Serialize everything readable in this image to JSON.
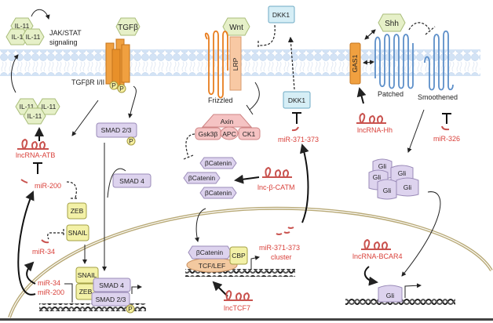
{
  "membrane": {
    "color": "#cfe0f3"
  },
  "nucleus": {
    "envelope_color": "#b8a976"
  },
  "tgf_beta": {
    "il11_top": [
      "IL-11",
      "IL-1",
      "IL-11"
    ],
    "jak_stat": [
      "JAK/STAT",
      "signaling"
    ],
    "ligand": "TGFβ",
    "receptor": "TGFβR I/II",
    "phospho": "P",
    "il11_bottom": [
      "IL-11",
      "IL-11",
      "IL-11"
    ],
    "lncrna_atb": "lncRNA-ATB",
    "mir200": "miR-200",
    "zeb": "ZEB",
    "snail": "SNAIL",
    "mir34": "miR-34",
    "smad23": "SMAD 2/3",
    "smad4": "SMAD 4",
    "nuclear_mirs": [
      "miR-34",
      "miR-200"
    ],
    "nuclear_complex": {
      "snail": "SNAIL",
      "zeb": "ZEB",
      "smad4": "SMAD 4",
      "smad23": "SMAD 2/3",
      "p": "P"
    }
  },
  "wnt": {
    "ligand": "Wnt",
    "frizzled": "Frizzled",
    "lrp": "LRP",
    "dkk1_top": "DKK1",
    "dkk1": "DKK1",
    "mir371": "miR-371-373",
    "axin": "Axin",
    "gsk3b": "Gsk3β",
    "apc": "APC",
    "ck1": "CK1",
    "bcatenin": [
      "βCatenin",
      "βCatenin",
      "βCatenin"
    ],
    "lnc_bcatm": "lnc-β-CATM",
    "mir_cluster": [
      "miR-371-373",
      "cluster"
    ],
    "nuclear_bcatenin": "βCatenin",
    "cbp": "CBP",
    "tcf_lef": "TCF/LEF",
    "lnctcf7": "lncTCF7"
  },
  "hedgehog": {
    "ligand": "Shh",
    "gas1": "GAS1",
    "patched": "Patched",
    "smoothened": "Smoothened",
    "lncrna_hh": "lncRNA-Hh",
    "mir326": "miR-326",
    "gli_cluster": [
      "Gli",
      "Gli",
      "Gli",
      "Gli",
      "Gli"
    ],
    "lncrna_bcar4": "lncRNA-BCAR4",
    "gli_nuclear": "Gli"
  }
}
